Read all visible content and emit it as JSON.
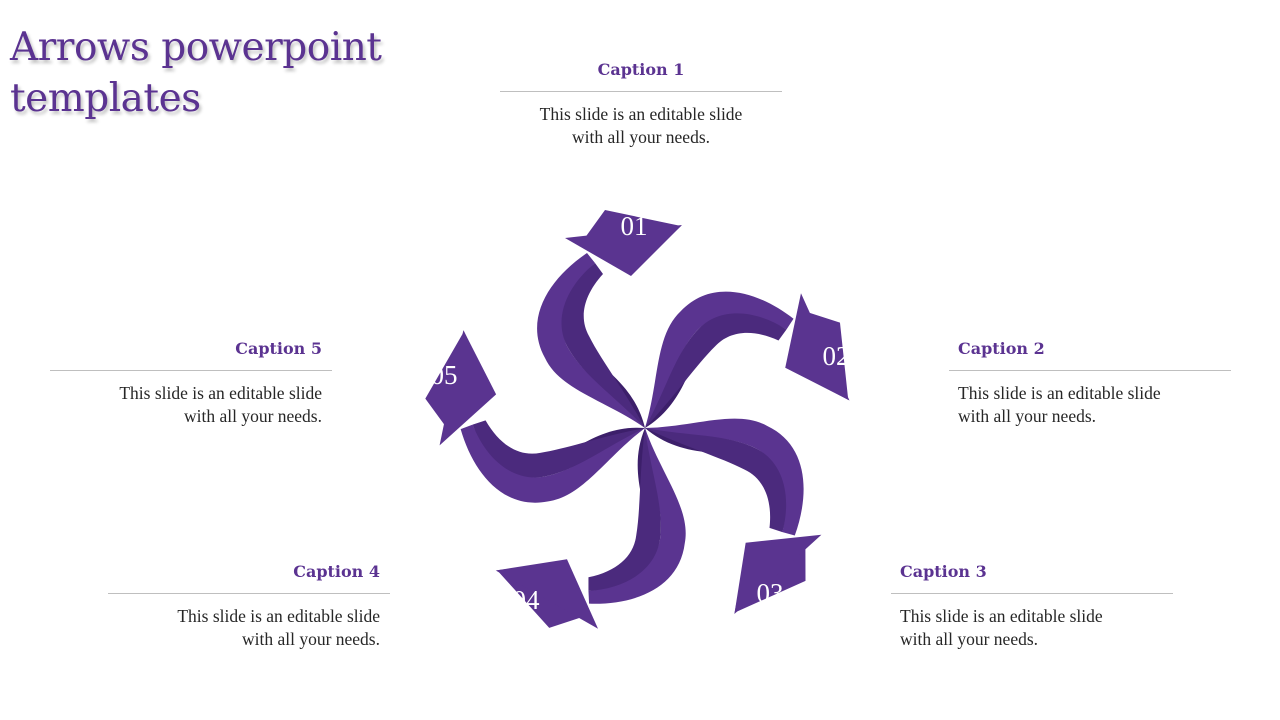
{
  "title": "Arrows powerpoint templates",
  "colors": {
    "accent": "#5b3391",
    "arrow": "#5a3490",
    "arrow_dark": "#3c1f6a"
  },
  "steps": [
    {
      "number": "01",
      "caption": "Caption 1",
      "text": "This slide is an editable slide with all your needs."
    },
    {
      "number": "02",
      "caption": "Caption 2",
      "text": "This slide is an editable slide with all your needs."
    },
    {
      "number": "03",
      "caption": "Caption 3",
      "text": "This slide is an editable slide with all your needs."
    },
    {
      "number": "04",
      "caption": "Caption 4",
      "text": "This slide is an editable slide with all your needs."
    },
    {
      "number": "05",
      "caption": "Caption 5",
      "text": "This slide is an editable slide with all your needs."
    }
  ]
}
